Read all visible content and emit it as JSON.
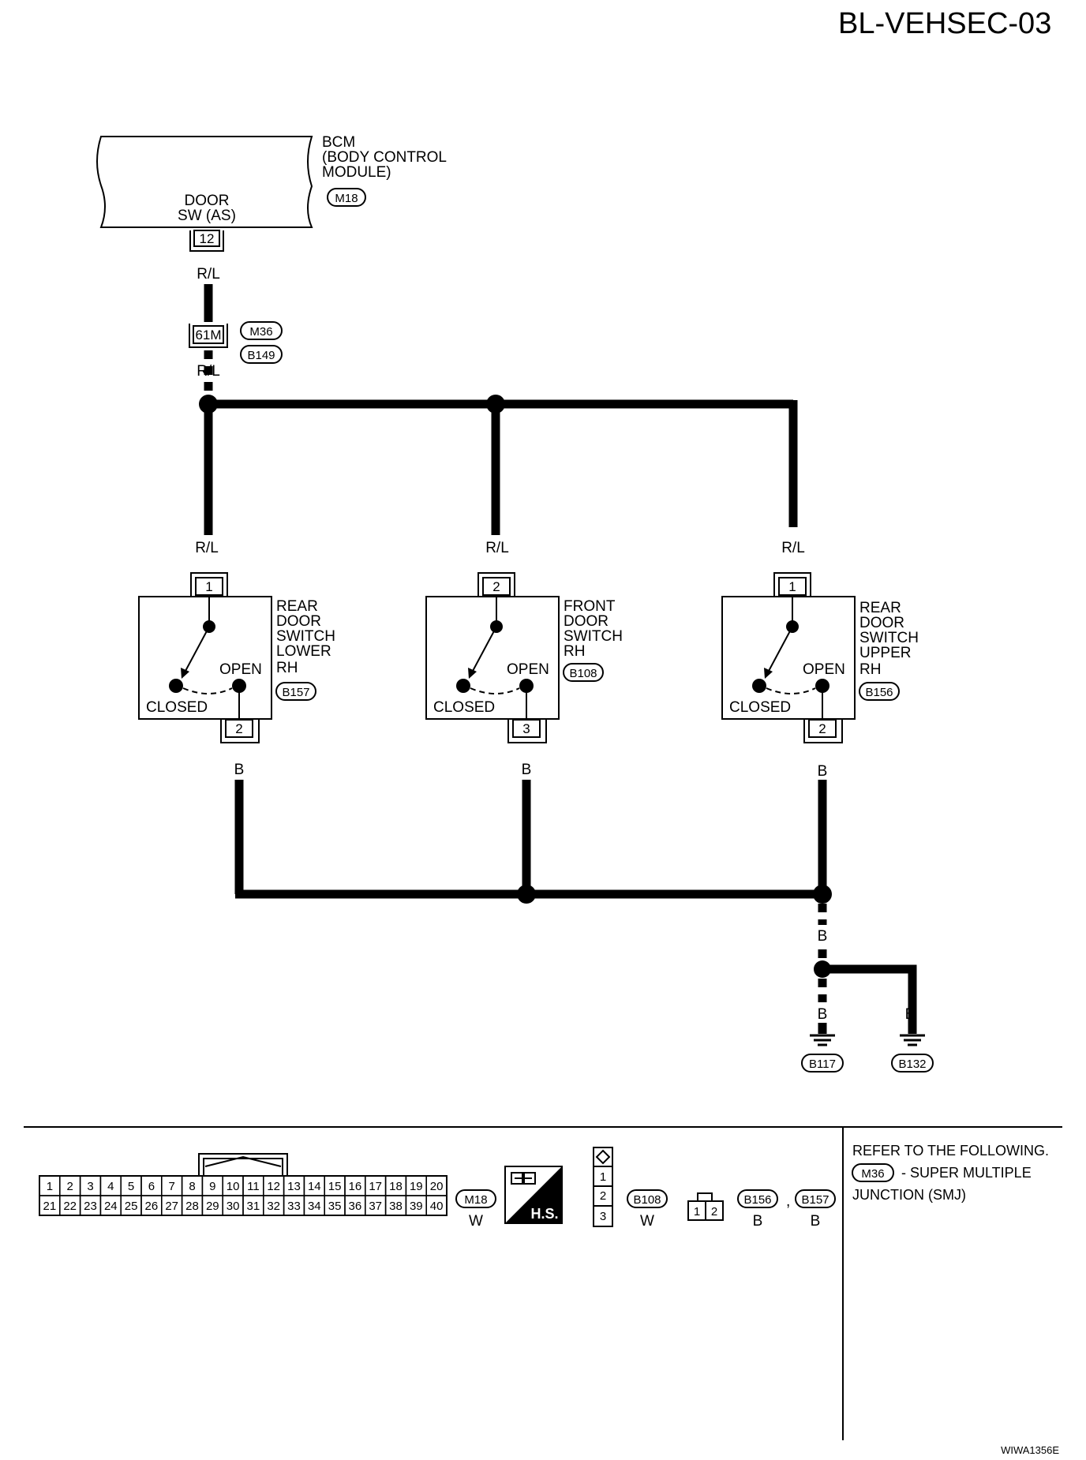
{
  "header": {
    "code": "BL-VEHSEC-03"
  },
  "bcm": {
    "name_lines": [
      "BCM",
      "(BODY CONTROL",
      "MODULE)"
    ],
    "connector": "M18",
    "terminal_lines": [
      "DOOR",
      "SW (AS)"
    ],
    "pin": "12"
  },
  "wire_colors": {
    "red_blue": "R/L",
    "black": "B"
  },
  "joint_connector": {
    "pin": "61M",
    "connectors": [
      "M36",
      "B149"
    ]
  },
  "switches": [
    {
      "name_lines": [
        "REAR",
        "DOOR",
        "SWITCH",
        "LOWER",
        "RH"
      ],
      "connector": "B157",
      "in_pin": "1",
      "out_pin": "2",
      "open_label": "OPEN",
      "closed_label": "CLOSED"
    },
    {
      "name_lines": [
        "FRONT",
        "DOOR",
        "SWITCH",
        "RH"
      ],
      "connector": "B108",
      "in_pin": "2",
      "out_pin": "3",
      "open_label": "OPEN",
      "closed_label": "CLOSED"
    },
    {
      "name_lines": [
        "REAR",
        "DOOR",
        "SWITCH",
        "UPPER",
        "RH"
      ],
      "connector": "B156",
      "in_pin": "1",
      "out_pin": "2",
      "open_label": "OPEN",
      "closed_label": "CLOSED"
    }
  ],
  "grounds": [
    "B117",
    "B132"
  ],
  "legend": {
    "m18_pins_row1": [
      "1",
      "2",
      "3",
      "4",
      "5",
      "6",
      "7",
      "8",
      "9",
      "10",
      "11",
      "12",
      "13",
      "14",
      "15",
      "16",
      "17",
      "18",
      "19",
      "20"
    ],
    "m18_pins_row2": [
      "21",
      "22",
      "23",
      "24",
      "25",
      "26",
      "27",
      "28",
      "29",
      "30",
      "31",
      "32",
      "33",
      "34",
      "35",
      "36",
      "37",
      "38",
      "39",
      "40"
    ],
    "m18_label": "M18",
    "m18_color": "W",
    "hs_label": "H.S.",
    "b108_pins": [
      "1",
      "2",
      "3"
    ],
    "b108_label": "B108",
    "b108_color": "W",
    "b156_pins": [
      "1",
      "2"
    ],
    "b156_label": "B156",
    "b156_color": "B",
    "separator": ",",
    "b157_label": "B157",
    "b157_color": "B"
  },
  "note": {
    "line1": "REFER TO THE FOLLOWING.",
    "ref_connector": "M36",
    "ref_text": "- SUPER MULTIPLE",
    "line3": "JUNCTION (SMJ)"
  },
  "footer": {
    "figure_id": "WIWA1356E"
  }
}
